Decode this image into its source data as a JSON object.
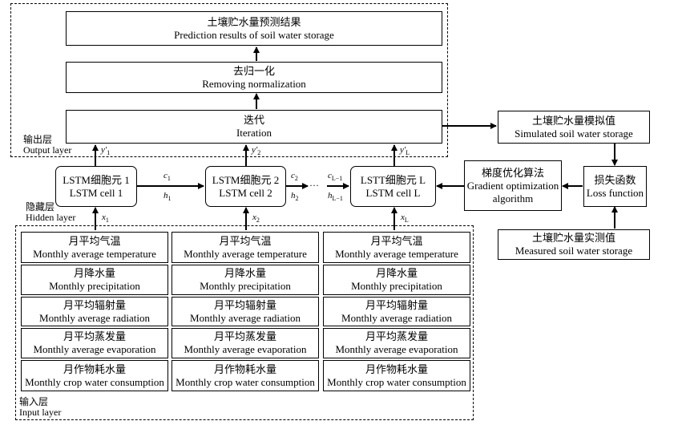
{
  "output": {
    "result": {
      "zh": "土壤贮水量预测结果",
      "en": "Prediction results of soil water storage"
    },
    "denorm": {
      "zh": "去归一化",
      "en": "Removing normalization"
    },
    "iteration": {
      "zh": "迭代",
      "en": "Iteration"
    },
    "layer_zh": "输出层",
    "layer_en": "Output layer"
  },
  "hidden": {
    "layer_zh": "隐藏层",
    "layer_en": "Hidden layer",
    "cells": [
      {
        "zh": "LSTM细胞元 1",
        "en": "LSTM cell 1",
        "x": "x",
        "x_sub": "1",
        "y": "y′",
        "y_sub": "1"
      },
      {
        "zh": "LSTM细胞元 2",
        "en": "LSTM cell 2",
        "x": "x",
        "x_sub": "2",
        "y": "y′",
        "y_sub": "2"
      },
      {
        "zh": "LSTT细胞元 L",
        "en": "LSTM cell L",
        "x": "x",
        "x_sub": "L",
        "y": "y′",
        "y_sub": "L"
      }
    ],
    "links": [
      {
        "c": "c",
        "c_sub": "1",
        "h": "h",
        "h_sub": "1"
      },
      {
        "c": "c",
        "c_sub": "2",
        "h": "h",
        "h_sub": "2"
      },
      {
        "c": "c",
        "c_sub": "L−1",
        "h": "h",
        "h_sub": "L−1"
      }
    ],
    "ellipsis": "···"
  },
  "input": {
    "layer_zh": "输入层",
    "layer_en": "Input layer",
    "features": [
      {
        "zh": "月平均气温",
        "en": "Monthly average temperature"
      },
      {
        "zh": "月降水量",
        "en": "Monthly precipitation"
      },
      {
        "zh": "月平均辐射量",
        "en": "Monthly average radiation"
      },
      {
        "zh": "月平均蒸发量",
        "en": "Monthly average evaporation"
      },
      {
        "zh": "月作物耗水量",
        "en": "Monthly crop water consumption"
      }
    ]
  },
  "side": {
    "simulated": {
      "zh": "土壤贮水量模拟值",
      "en": "Simulated soil water storage"
    },
    "loss": {
      "zh": "损失函数",
      "en": "Loss function"
    },
    "gradient": {
      "zh": "梯度优化算法",
      "en1": "Gradient optimization",
      "en2": "algorithm"
    },
    "measured": {
      "zh": "土壤贮水量实测值",
      "en": "Measured soil water storage"
    }
  }
}
